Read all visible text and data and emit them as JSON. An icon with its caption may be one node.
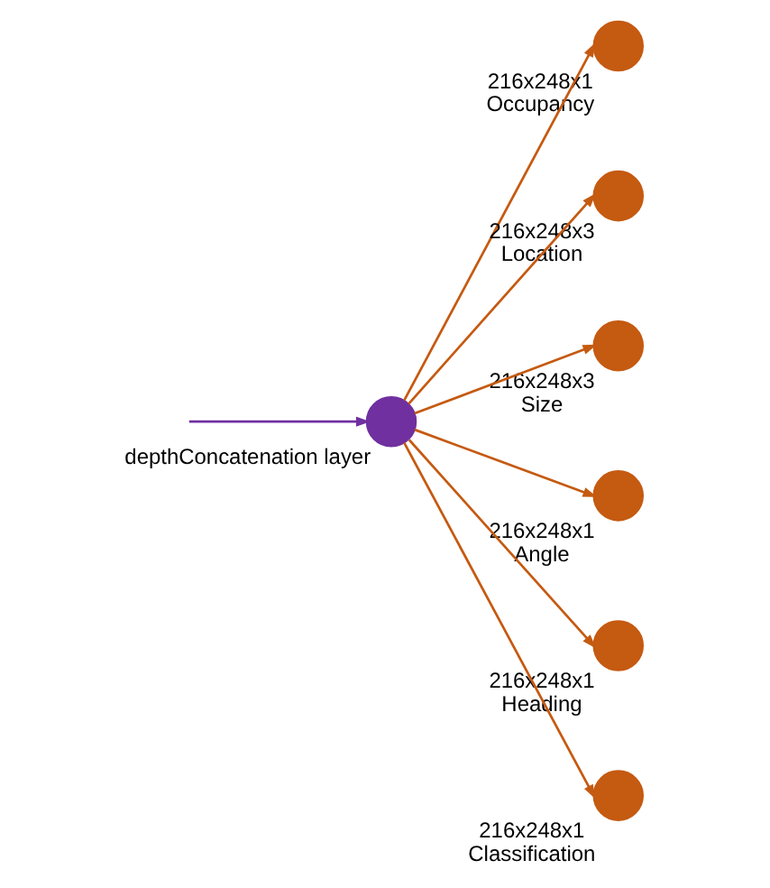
{
  "diagram": {
    "nodes": [
      {
        "text": [],
        "shape": "circle",
        "beside": [
          "depthConcatenation layer"
        ]
      },
      {
        "text": [],
        "shape": "circle",
        "beside": [
          "216x248x1",
          "Occupancy"
        ]
      },
      {
        "text": [],
        "shape": "circle",
        "beside": [
          "216x248x3",
          "Location"
        ]
      },
      {
        "text": [],
        "shape": "circle",
        "beside": [
          "216x248x3",
          "Size"
        ]
      },
      {
        "text": [],
        "shape": "circle",
        "beside": [
          "216x248x1",
          "Angle"
        ]
      },
      {
        "text": [],
        "shape": "circle",
        "beside": [
          "216x248x1",
          "Heading"
        ]
      },
      {
        "text": [],
        "shape": "circle",
        "beside": [
          "216x248x1",
          "Classification"
        ]
      }
    ],
    "edges": [
      {
        "from": null,
        "to": 0,
        "arrow": "to",
        "color": "#7030a0"
      },
      {
        "from": 0,
        "to": 1,
        "arrow": "to"
      },
      {
        "from": 0,
        "to": 2,
        "arrow": "to"
      },
      {
        "from": 0,
        "to": 3,
        "arrow": "to"
      },
      {
        "from": 0,
        "to": 4,
        "arrow": "to"
      },
      {
        "from": 0,
        "to": 5,
        "arrow": "to"
      },
      {
        "from": 0,
        "to": 6,
        "arrow": "to"
      }
    ]
  }
}
